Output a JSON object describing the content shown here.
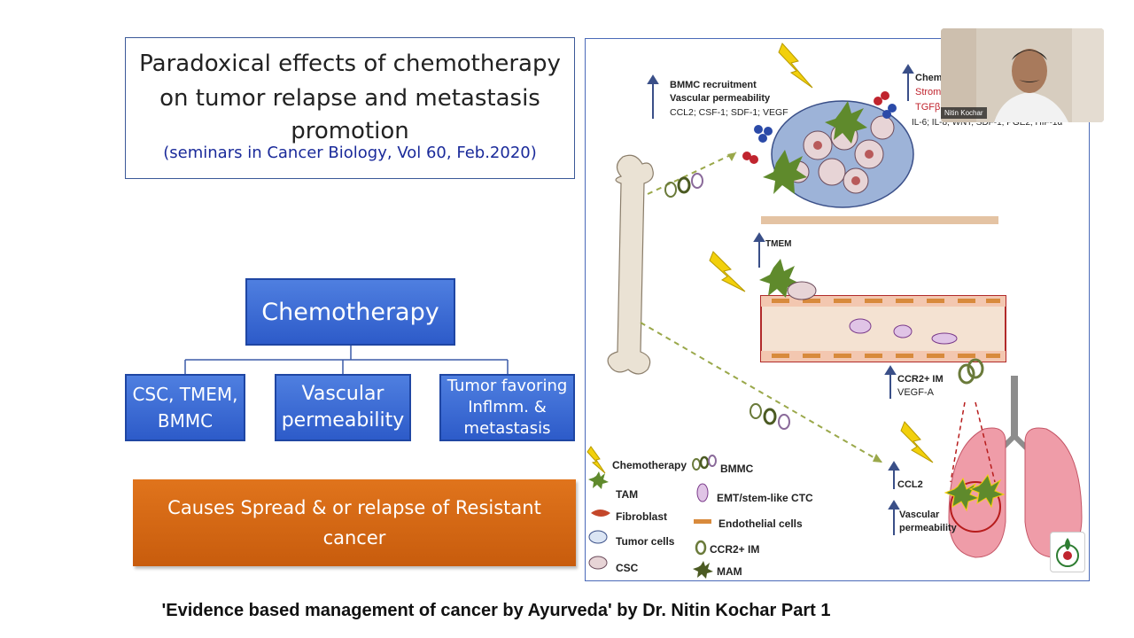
{
  "slide": {
    "title_lines": [
      "Paradoxical effects of chemotherapy",
      "on tumor relapse and metastasis",
      "promotion"
    ],
    "citation": "(seminars in Cancer Biology, Vol 60, Feb.2020)",
    "root_box": "Chemotherapy",
    "child_boxes": [
      {
        "lines": [
          "CSC, TMEM,",
          "BMMC"
        ]
      },
      {
        "lines": [
          "Vascular",
          "permeability"
        ]
      },
      {
        "lines": [
          "Tumor favoring",
          "Inflmm. &",
          "metastasis"
        ]
      }
    ],
    "result_box_lines": [
      "Causes Spread & or relapse of Resistant",
      "cancer"
    ]
  },
  "figure": {
    "top_left_labels": [
      "BMMC recruitment",
      "Vascular permeability",
      "CCL2; CSF-1; SDF-1; VEGF"
    ],
    "top_right_labels": [
      "Chemo",
      "Stroma",
      "TGFβ;",
      "IL-6; IL-8; WNT; SDF-1; PGE2; HIF-1α"
    ],
    "tmem_label": "TMEM",
    "ccr2_labels": [
      "CCR2+ IM",
      "VEGF-A"
    ],
    "ccl2_label": "CCL2",
    "vascular_labels": [
      "Vascular",
      "permeability"
    ],
    "legend": [
      {
        "label": "Chemotherapy",
        "icon": "lightning-icon"
      },
      {
        "label": "BMMC",
        "icon": "bmmc-icon"
      },
      {
        "label": "TAM",
        "icon": "tam-icon"
      },
      {
        "label": "EMT/stem-like CTC",
        "icon": "ctc-icon"
      },
      {
        "label": "Fibroblast",
        "icon": "fibroblast-icon"
      },
      {
        "label": "Endothelial cells",
        "icon": "endothelial-icon"
      },
      {
        "label": "Tumor cells",
        "icon": "tumor-cell-icon"
      },
      {
        "label": "CCR2+ IM",
        "icon": "ccr2-icon"
      },
      {
        "label": "CSC",
        "icon": "csc-icon"
      },
      {
        "label": "MAM",
        "icon": "mam-icon"
      }
    ]
  },
  "webcam": {
    "name": "Nitin Kochar"
  },
  "caption": "'Evidence based management of cancer by Ayurveda' by Dr. Nitin Kochar Part 1",
  "colors": {
    "blue_box": "#3a69d6",
    "orange_box": "#d8681a",
    "title_border": "#3b5998"
  }
}
